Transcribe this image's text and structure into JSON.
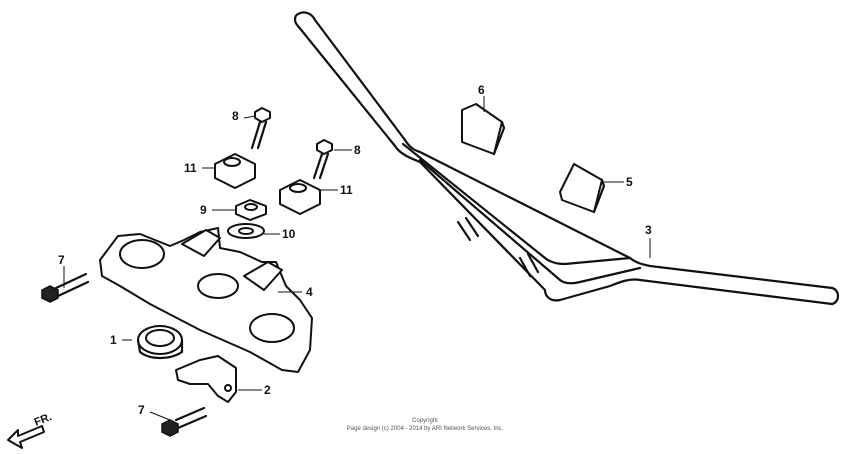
{
  "callouts": [
    {
      "id": "c1",
      "label": "1"
    },
    {
      "id": "c2",
      "label": "2"
    },
    {
      "id": "c3",
      "label": "3"
    },
    {
      "id": "c4",
      "label": "4"
    },
    {
      "id": "c5",
      "label": "5"
    },
    {
      "id": "c6",
      "label": "6"
    },
    {
      "id": "c7a",
      "label": "7"
    },
    {
      "id": "c7b",
      "label": "7"
    },
    {
      "id": "c8a",
      "label": "8"
    },
    {
      "id": "c8b",
      "label": "8"
    },
    {
      "id": "c9",
      "label": "9"
    },
    {
      "id": "c10",
      "label": "10"
    },
    {
      "id": "c11a",
      "label": "11"
    },
    {
      "id": "c11b",
      "label": "11"
    }
  ],
  "direction_label": "FR.",
  "copyright": {
    "line1": "Copyright",
    "line2": "Page design (c) 2004 - 2014 by ARI Network Services, Inc."
  }
}
